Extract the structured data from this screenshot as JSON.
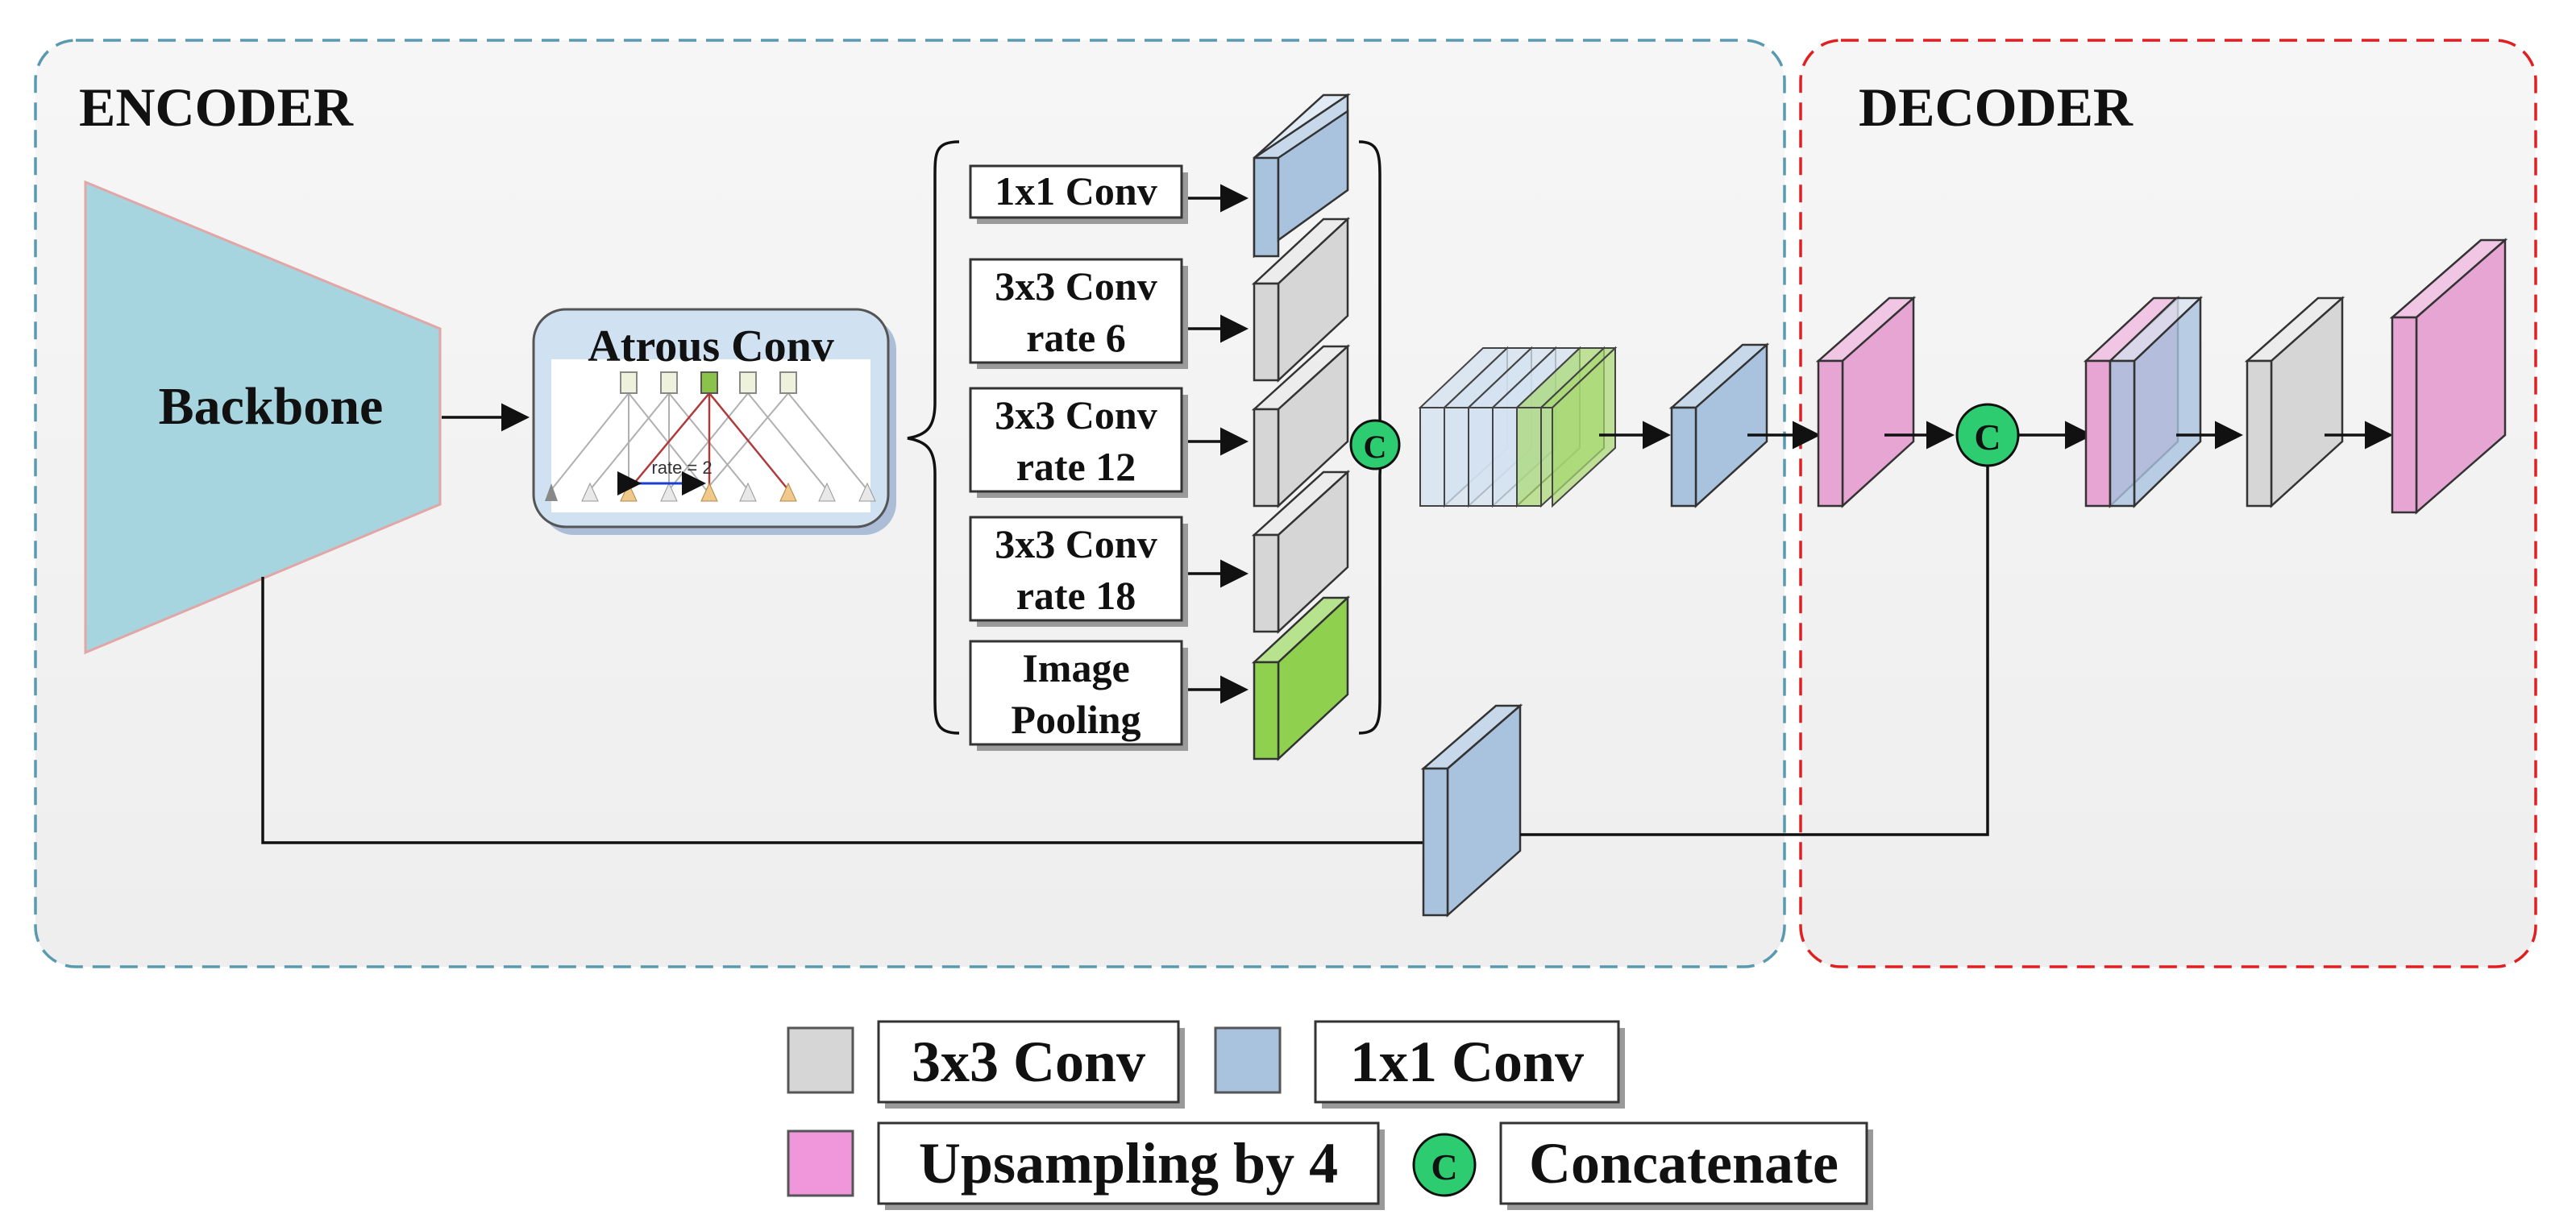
{
  "sections": {
    "encoder": "ENCODER",
    "decoder": "DECODER"
  },
  "backbone": {
    "label": "Backbone"
  },
  "atrous": {
    "title": "Atrous Conv",
    "rate_note": "rate = 2"
  },
  "aspp": {
    "branches": [
      {
        "line1": "1x1 Conv",
        "line2": ""
      },
      {
        "line1": "3x3 Conv",
        "line2": "rate 6"
      },
      {
        "line1": "3x3 Conv",
        "line2": "rate 12"
      },
      {
        "line1": "3x3 Conv",
        "line2": "rate 18"
      },
      {
        "line1": "Image",
        "line2": "Pooling"
      }
    ]
  },
  "concat_symbol": "C",
  "legend": {
    "conv3": "3x3 Conv",
    "conv1": "1x1 Conv",
    "upsample": "Upsampling by 4",
    "concat": "Concatenate"
  },
  "colors": {
    "gray_block": "#d6d6d6",
    "blue_block": "#a9c3de",
    "green_block": "#8fd14f",
    "pink_block": "#e7a5d3",
    "concat_green": "#2ecc71",
    "backbone": "#a6d4df",
    "encoder_border": "#5a9ab0",
    "decoder_border": "#e02020"
  }
}
